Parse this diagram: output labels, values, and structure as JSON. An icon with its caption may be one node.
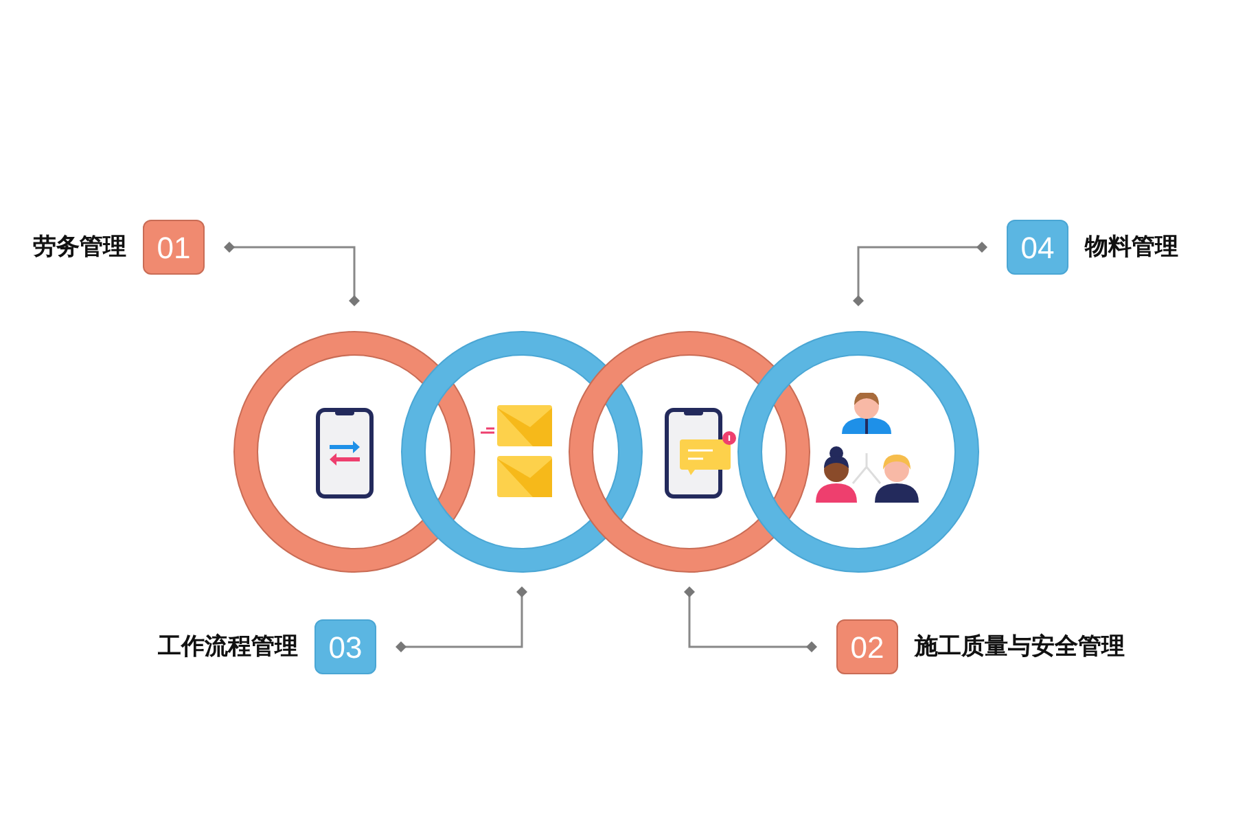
{
  "diagram": {
    "nodes": [
      {
        "text": [
          "01"
        ],
        "beside": [
          "劳务管理"
        ]
      },
      {
        "text": [
          "04"
        ],
        "beside": [
          "物料管理"
        ]
      },
      {
        "text": [],
        "shape": "circle"
      },
      {
        "text": [],
        "shape": "circle"
      },
      {
        "text": [],
        "shape": "circle"
      },
      {
        "text": [],
        "shape": "circle"
      },
      {
        "text": [
          "03"
        ],
        "beside": [
          "工作流程管理"
        ]
      },
      {
        "text": [
          "02"
        ],
        "beside": [
          "施工质量与安全管理"
        ]
      }
    ],
    "edges": [
      {
        "from": 0,
        "to": 2,
        "arrow": "other"
      },
      {
        "from": 1,
        "to": 5,
        "arrow": "other"
      },
      {
        "from": 6,
        "to": 3,
        "arrow": "other"
      },
      {
        "from": 7,
        "to": 4,
        "arrow": "other"
      }
    ]
  }
}
